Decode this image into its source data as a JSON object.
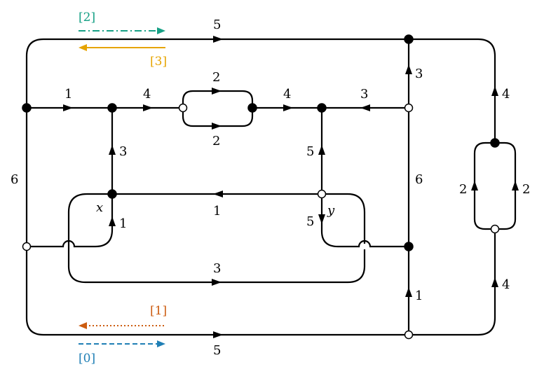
{
  "colors": {
    "line": "#000000",
    "legend_0": "#1f7fb5",
    "legend_1": "#cc5c10",
    "legend_2": "#16a085",
    "legend_3": "#e6a400"
  },
  "legend": [
    {
      "label": "[2]",
      "style": "dash-dot",
      "direction": "right",
      "color": "#16a085"
    },
    {
      "label": "[3]",
      "style": "solid",
      "direction": "left",
      "color": "#e6a400"
    },
    {
      "label": "[1]",
      "style": "dotted",
      "direction": "left",
      "color": "#cc5c10"
    },
    {
      "label": "[0]",
      "style": "dashed",
      "direction": "right",
      "color": "#1f7fb5"
    }
  ],
  "vertex_labels": {
    "x": "x",
    "y": "y"
  },
  "edge_labels": {
    "top_outer": "5",
    "bottom_outer": "5",
    "left_outer": "6",
    "mid_left_1": "1",
    "mid_left_4": "4",
    "lens_top": "2",
    "lens_bottom": "2",
    "mid_right_4": "4",
    "mid_right_3": "3",
    "x_up": "3",
    "x_in": "1",
    "y_up": "5",
    "y_down": "5",
    "inner_1": "1",
    "inner_3": "3",
    "right_up_3": "3",
    "right_vert_6": "6",
    "right_up_1": "1",
    "far_right_top_4": "4",
    "far_right_bottom_4": "4",
    "far_lens_left": "2",
    "far_lens_right": "2"
  }
}
